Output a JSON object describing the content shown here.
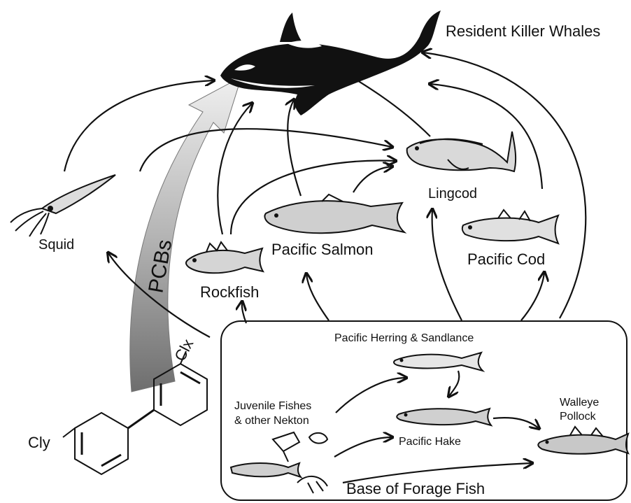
{
  "labels": {
    "killer_whales": "Resident Killer Whales",
    "lingcod": "Lingcod",
    "squid": "Squid",
    "pacific_salmon": "Pacific Salmon",
    "pacific_cod": "Pacific Cod",
    "rockfish": "Rockfish",
    "herring_sandlance": "Pacific Herring & Sandlance",
    "juvenile_line1": "Juvenile Fishes",
    "juvenile_line2": "& other Nekton",
    "pacific_hake": "Pacific Hake",
    "walleye_line1": "Walleye",
    "walleye_line2": "Pollock",
    "base_forage": "Base of Forage Fish",
    "pcbs": "PCBs",
    "clx": "Clx",
    "cly": "Cly"
  },
  "icons": {
    "whale": "killer-whale-icon",
    "fish": "fish-icon",
    "squid": "squid-icon",
    "molecule": "biphenyl-molecule-icon"
  }
}
